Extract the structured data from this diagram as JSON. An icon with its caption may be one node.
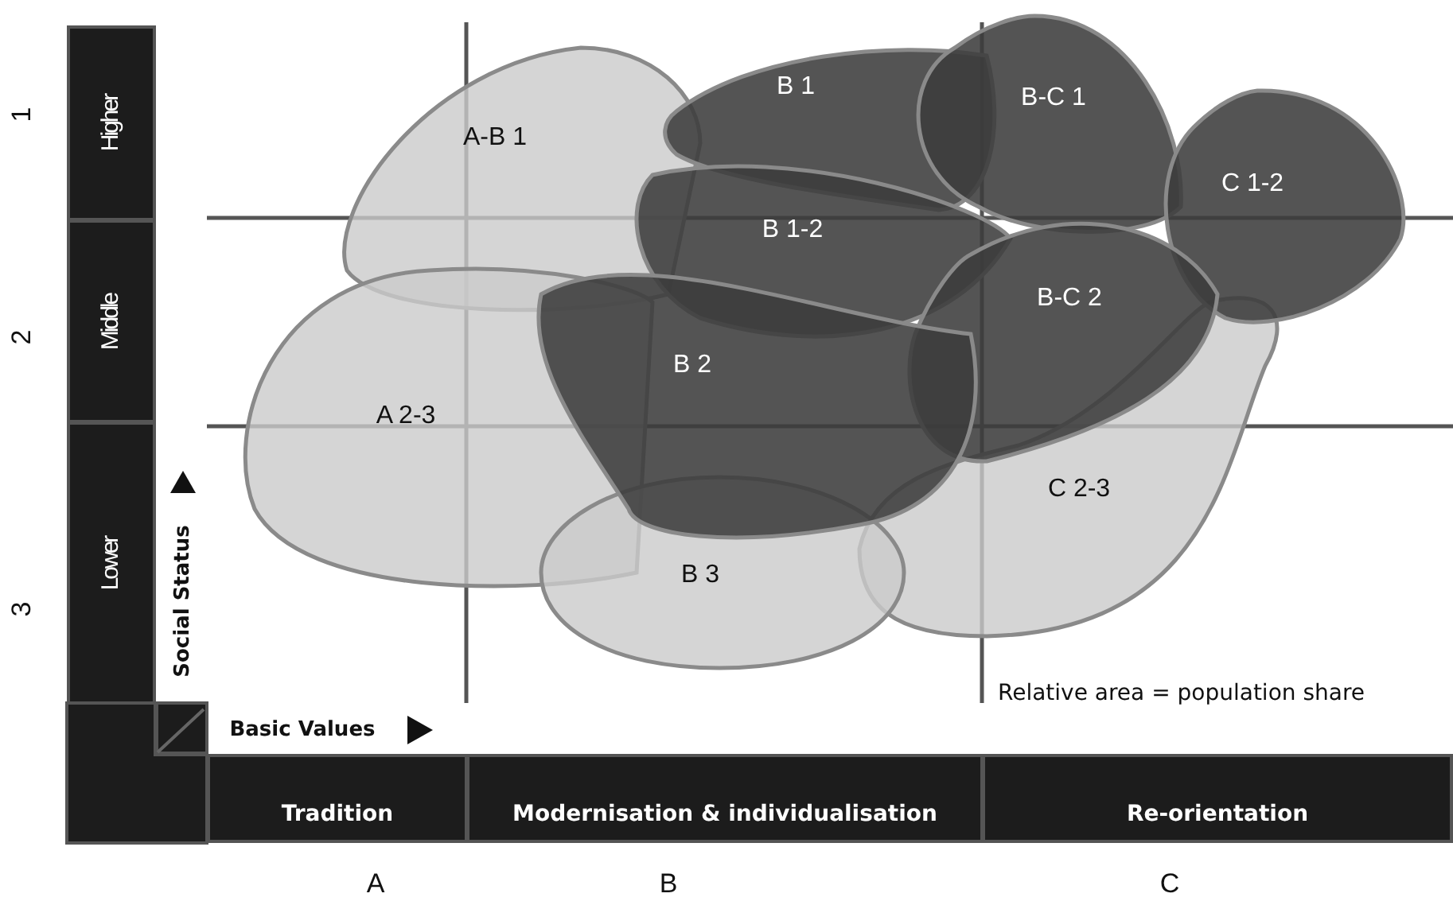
{
  "diagram": {
    "nodes": [
      {
        "text": [
          "Higher"
        ]
      },
      {
        "text": [
          "Middle"
        ]
      },
      {
        "text": [
          "Lower"
        ]
      },
      {
        "text": [
          "Tradition"
        ]
      },
      {
        "text": [
          "Modernisation & individualisation"
        ]
      },
      {
        "text": [
          "Re-orientation"
        ]
      },
      {
        "text": [
          "A-B 1"
        ]
      },
      {
        "text": [
          "B 1"
        ]
      },
      {
        "text": [
          "B-C 1"
        ]
      },
      {
        "text": [
          "C 1-2"
        ]
      },
      {
        "text": [
          "B 1-2"
        ]
      },
      {
        "text": [
          "B-C 2"
        ]
      },
      {
        "text": [
          "A 2-3"
        ]
      },
      {
        "text": [
          "B 2"
        ]
      },
      {
        "text": [
          "C 2-3"
        ]
      },
      {
        "text": [
          "B 3"
        ]
      }
    ],
    "labels": [
      "1",
      "2",
      "3",
      "Social Status",
      "Basic Values",
      "Relative area = population share",
      "A",
      "B",
      "C"
    ]
  }
}
